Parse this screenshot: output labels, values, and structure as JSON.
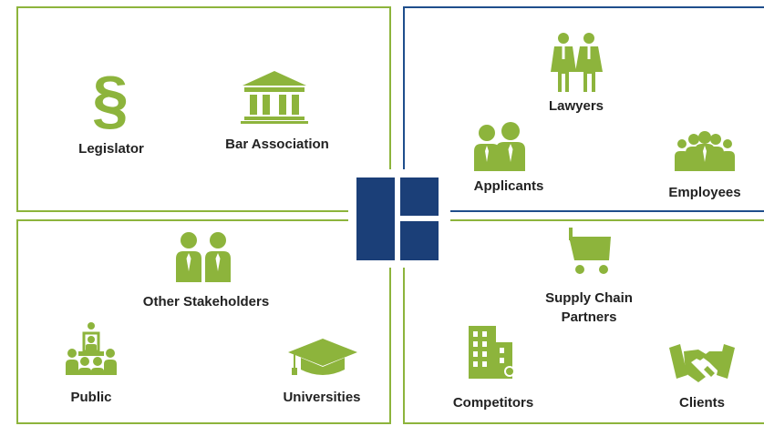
{
  "colors": {
    "green": "#8db43c",
    "blue": "#1f4e8c",
    "navy": "#1b3f78"
  },
  "quadrants": {
    "top_left": {
      "items": [
        {
          "label": "Legislator",
          "icon": "section-sign-icon"
        },
        {
          "label": "Bar Association",
          "icon": "courthouse-icon"
        }
      ]
    },
    "top_right": {
      "items": [
        {
          "label": "Lawyers",
          "icon": "lawyers-icon"
        },
        {
          "label": "Applicants",
          "icon": "applicants-icon"
        },
        {
          "label": "Employees",
          "icon": "employees-icon"
        }
      ]
    },
    "bottom_left": {
      "items": [
        {
          "label": "Other Stakeholders",
          "icon": "stakeholders-icon"
        },
        {
          "label": "Public",
          "icon": "public-audience-icon"
        },
        {
          "label": "Universities",
          "icon": "graduation-cap-icon"
        }
      ]
    },
    "bottom_right": {
      "items": [
        {
          "label": "Supply Chain\nPartners",
          "icon": "shopping-cart-icon"
        },
        {
          "label": "Competitors",
          "icon": "office-building-icon"
        },
        {
          "label": "Clients",
          "icon": "handshake-icon"
        }
      ]
    }
  }
}
